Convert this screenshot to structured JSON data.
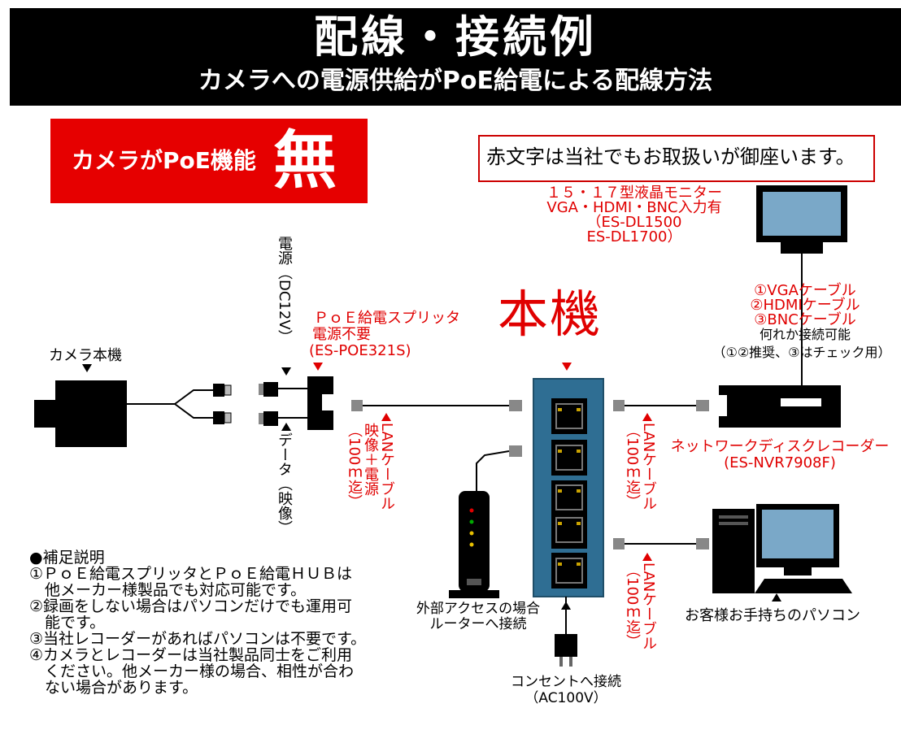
{
  "header": {
    "title": "配線・接続例",
    "subtitle": "カメラへの電源供給がPoE給電による配線方法"
  },
  "badge": {
    "text": "カメラがPoE機能",
    "big": "無"
  },
  "note": "赤文字は当社でもお取扱いが御座います。",
  "camera": {
    "label": "カメラ本機"
  },
  "power": {
    "label": "電源（DC12V）"
  },
  "data_label": "データ（映像）",
  "splitter": {
    "line1": "ＰｏＥ給電スプリッタ",
    "line2": "電源不要",
    "line3": "(ES-POE321S)"
  },
  "lan_left": {
    "line1": "LANケーブル",
    "line2": "映像＋電源",
    "line3": "（100ｍ迄）"
  },
  "main_unit": "本機",
  "monitor": {
    "line1": "１５・１７型液晶モニター",
    "line2": "VGA・HDMI・BNC入力有",
    "line3": "（ES-DL1500",
    "line4": "ES-DL1700）"
  },
  "cables": {
    "line1": "①VGAケーブル",
    "line2": "②HDMIケーブル",
    "line3": "③BNCケーブル",
    "line4": "何れか接続可能",
    "line5": "（①②推奨、③はチェック用）"
  },
  "lan_mid": {
    "line1": "LANケーブル",
    "line2": "（100ｍ迄）"
  },
  "nvr": {
    "line1": "ネットワークディスクレコーダー",
    "line2": "(ES-NVR7908F)"
  },
  "lan_right": {
    "line1": "LANケーブル",
    "line2": "（100ｍ迄）"
  },
  "pc": {
    "label": "お客様お手持ちのパソコン"
  },
  "router": {
    "line1": "外部アクセスの場合",
    "line2": "ルーターへ接続"
  },
  "outlet": {
    "line1": "コンセントへ接続",
    "line2": "（AC100V）"
  },
  "notes": {
    "heading": "●補足説明",
    "l1": "①ＰｏＥ給電スプリッタとＰｏＥ給電ＨＵＢは",
    "l2": "　他メーカー様製品でも対応可能です。",
    "l3": "②録画をしない場合はパソコンだけでも運用可",
    "l4": "　能です。",
    "l5": "③当社レコーダーがあればパソコンは不要です。",
    "l6": "④カメラとレコーダーは当社製品同士をご利用",
    "l7": "　ください。他メーカー様の場合、相性が合わ",
    "l8": "　ない場合があります。"
  },
  "colors": {
    "accent_red": "#e00000",
    "hub_blue": "#2f6e93",
    "header_bg": "#000000"
  }
}
